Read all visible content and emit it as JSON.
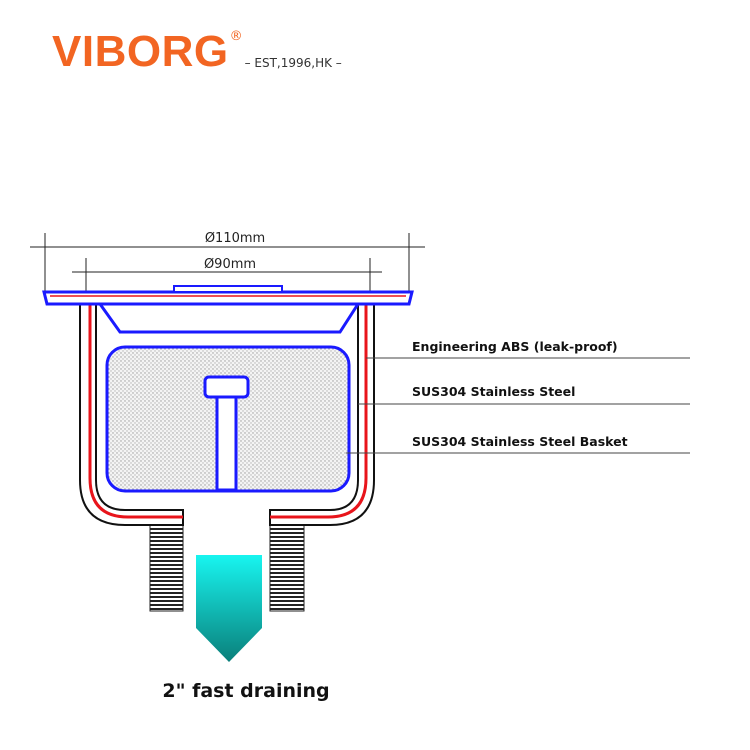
{
  "logo": {
    "brand": "VIBORG",
    "registered": "®",
    "tagline": "– EST,1996,HK –",
    "color": "#f26522"
  },
  "dimensions": {
    "outer_diameter": "Ø110mm",
    "inner_diameter": "Ø90mm"
  },
  "callouts": [
    {
      "label": "Engineering ABS (leak-proof)"
    },
    {
      "label": "SUS304 Stainless Steel"
    },
    {
      "label": "SUS304 Stainless Steel Basket"
    }
  ],
  "caption": "2\" fast draining",
  "colors": {
    "blue_outline": "#1a1aff",
    "red_liner": "#e8141b",
    "drain_arrow_top": "#18f5f0",
    "drain_arrow_bottom": "#0a8f8a"
  }
}
